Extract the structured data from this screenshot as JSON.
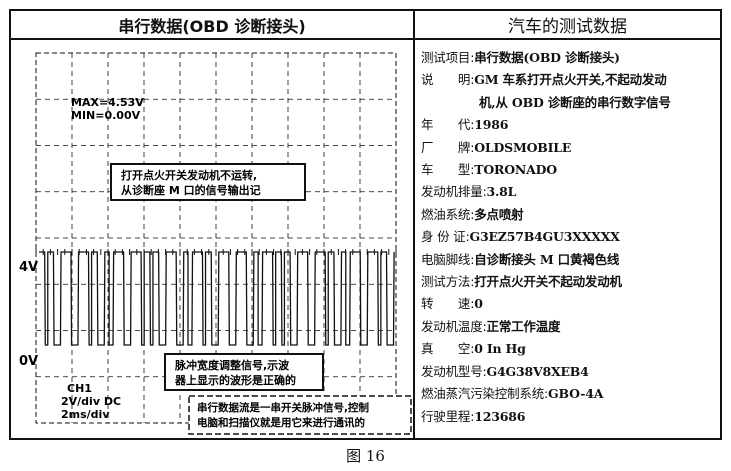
{
  "left_panel": {
    "title": "串行数据(OBD 诊断接头)",
    "max_label": "MAX=4.53V",
    "min_label": "MIN=0.00V",
    "voltage_high": "4V",
    "voltage_low": "0V",
    "annotation_top": [
      "打开点火开关发动机不运转,",
      "从诊断座 M 口的信号输出记"
    ],
    "annotation_mid": [
      "脉冲宽度调整信号,示波",
      "器上显示的波形是正确的"
    ],
    "annotation_bottom": [
      "串行数据流是一串开关脉冲信号,控制",
      "电脑和扫描仪就是用它来进行通讯的"
    ],
    "channel": {
      "name": "CH1",
      "volt_div": "2V/div DC",
      "time_div": "2ms/div"
    }
  },
  "right_panel": {
    "title": "汽车的测试数据",
    "rows": [
      {
        "label": "测试项目:",
        "value": "串行数据(OBD 诊断接头)"
      },
      {
        "label": "说　　明:",
        "value": "GM 车系打开点火开关,不起动发动"
      },
      {
        "label": "",
        "value": "机,从 OBD 诊断座的串行数字信号",
        "cont": true
      },
      {
        "label": "年　　代:",
        "value": "1986"
      },
      {
        "label": "厂　　牌:",
        "value": "OLDSMOBILE"
      },
      {
        "label": "车　　型:",
        "value": "TORONADO"
      },
      {
        "label": "发动机排量:",
        "value": "3.8L"
      },
      {
        "label": "燃油系统:",
        "value": "多点喷射"
      },
      {
        "label": "身 份 证:",
        "value": "G3EZ57B4GU3XXXXX"
      },
      {
        "label": "电脑脚线:",
        "value": "自诊断接头 M 口黄褐色线"
      },
      {
        "label": "测试方法:",
        "value": "打开点火开关不起动发动机"
      },
      {
        "label": "转　　速:",
        "value": "0"
      },
      {
        "label": "发动机温度:",
        "value": "正常工作温度"
      },
      {
        "label": "真　　空:",
        "value": "0 In Hg"
      },
      {
        "label": "发动机型号:",
        "value": "G4G38V8XEB4"
      },
      {
        "label": "燃油蒸汽污染控制系统:",
        "value": "GBO-4A"
      },
      {
        "label": "行驶里程:",
        "value": "123686"
      }
    ]
  },
  "caption": "图 16",
  "colors": {
    "ink": "#111111",
    "paper": "#ffffff"
  }
}
